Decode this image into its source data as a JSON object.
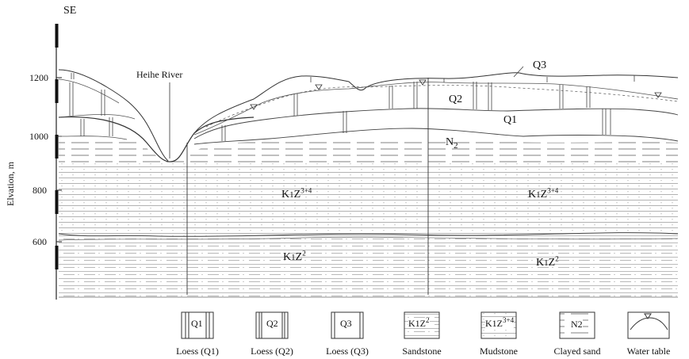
{
  "figure": {
    "direction_label": "SE",
    "y_axis_label": "Elvation, m",
    "y_ticks": [
      "1200",
      "1000",
      "800",
      "600"
    ],
    "river_label": "Heihe River"
  },
  "section_labels": {
    "q3": "Q3",
    "q2": "Q2",
    "q1": "Q1",
    "n2": "N",
    "n2_sub": "2",
    "k1z34_left": {
      "base": "K",
      "sub": "1",
      "tail": "Z",
      "sup": "3+4"
    },
    "k1z34_right": {
      "base": "K",
      "sub": "1",
      "tail": "Z",
      "sup": "3+4"
    },
    "k1z2_left": {
      "base": "K",
      "sub": "1",
      "tail": "Z",
      "sup": "2"
    },
    "k1z2_right": {
      "base": "K",
      "sub": "1",
      "tail": "Z",
      "sup": "2"
    }
  },
  "legend": [
    {
      "symbol_text": "Q1",
      "caption": "Loess (Q1)"
    },
    {
      "symbol_text": "Q2",
      "caption": "Loess (Q2)"
    },
    {
      "symbol_text": "Q3",
      "caption": "Loess (Q3)"
    },
    {
      "symbol_text": "K1Z",
      "symbol_sup": "2",
      "caption": "Sandstone"
    },
    {
      "symbol_text": "K1Z",
      "symbol_sup": "3+4",
      "caption": "Mudstone"
    },
    {
      "symbol_text": "N2",
      "caption": "Clayed sand"
    },
    {
      "symbol_text": "",
      "caption": "Water table"
    }
  ]
}
